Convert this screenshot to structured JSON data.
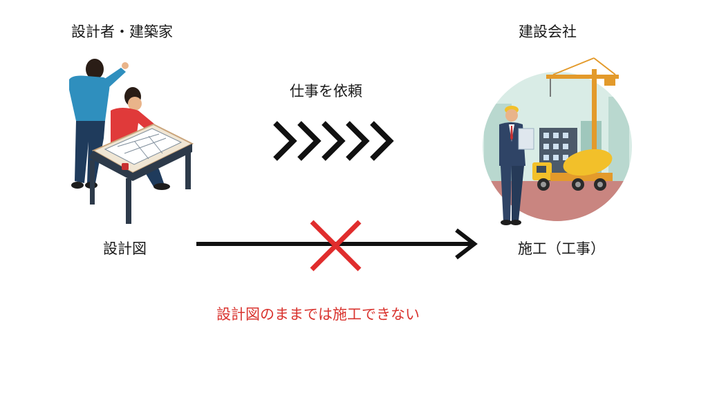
{
  "left": {
    "title": "設計者・建築家",
    "caption": "設計図"
  },
  "right": {
    "title": "建設会社",
    "caption": "施工（工事）"
  },
  "center": {
    "request_label": "仕事を依頼"
  },
  "note": {
    "text": "設計図のままでは施工できない",
    "color": "#d9332e"
  },
  "colors": {
    "arrow": "#111111",
    "cross": "#e02d2d",
    "accent": "#d9332e"
  },
  "icons": [
    "architects-illustration",
    "chevrons-icon",
    "arrow-icon",
    "cross-icon",
    "construction-site-illustration"
  ]
}
